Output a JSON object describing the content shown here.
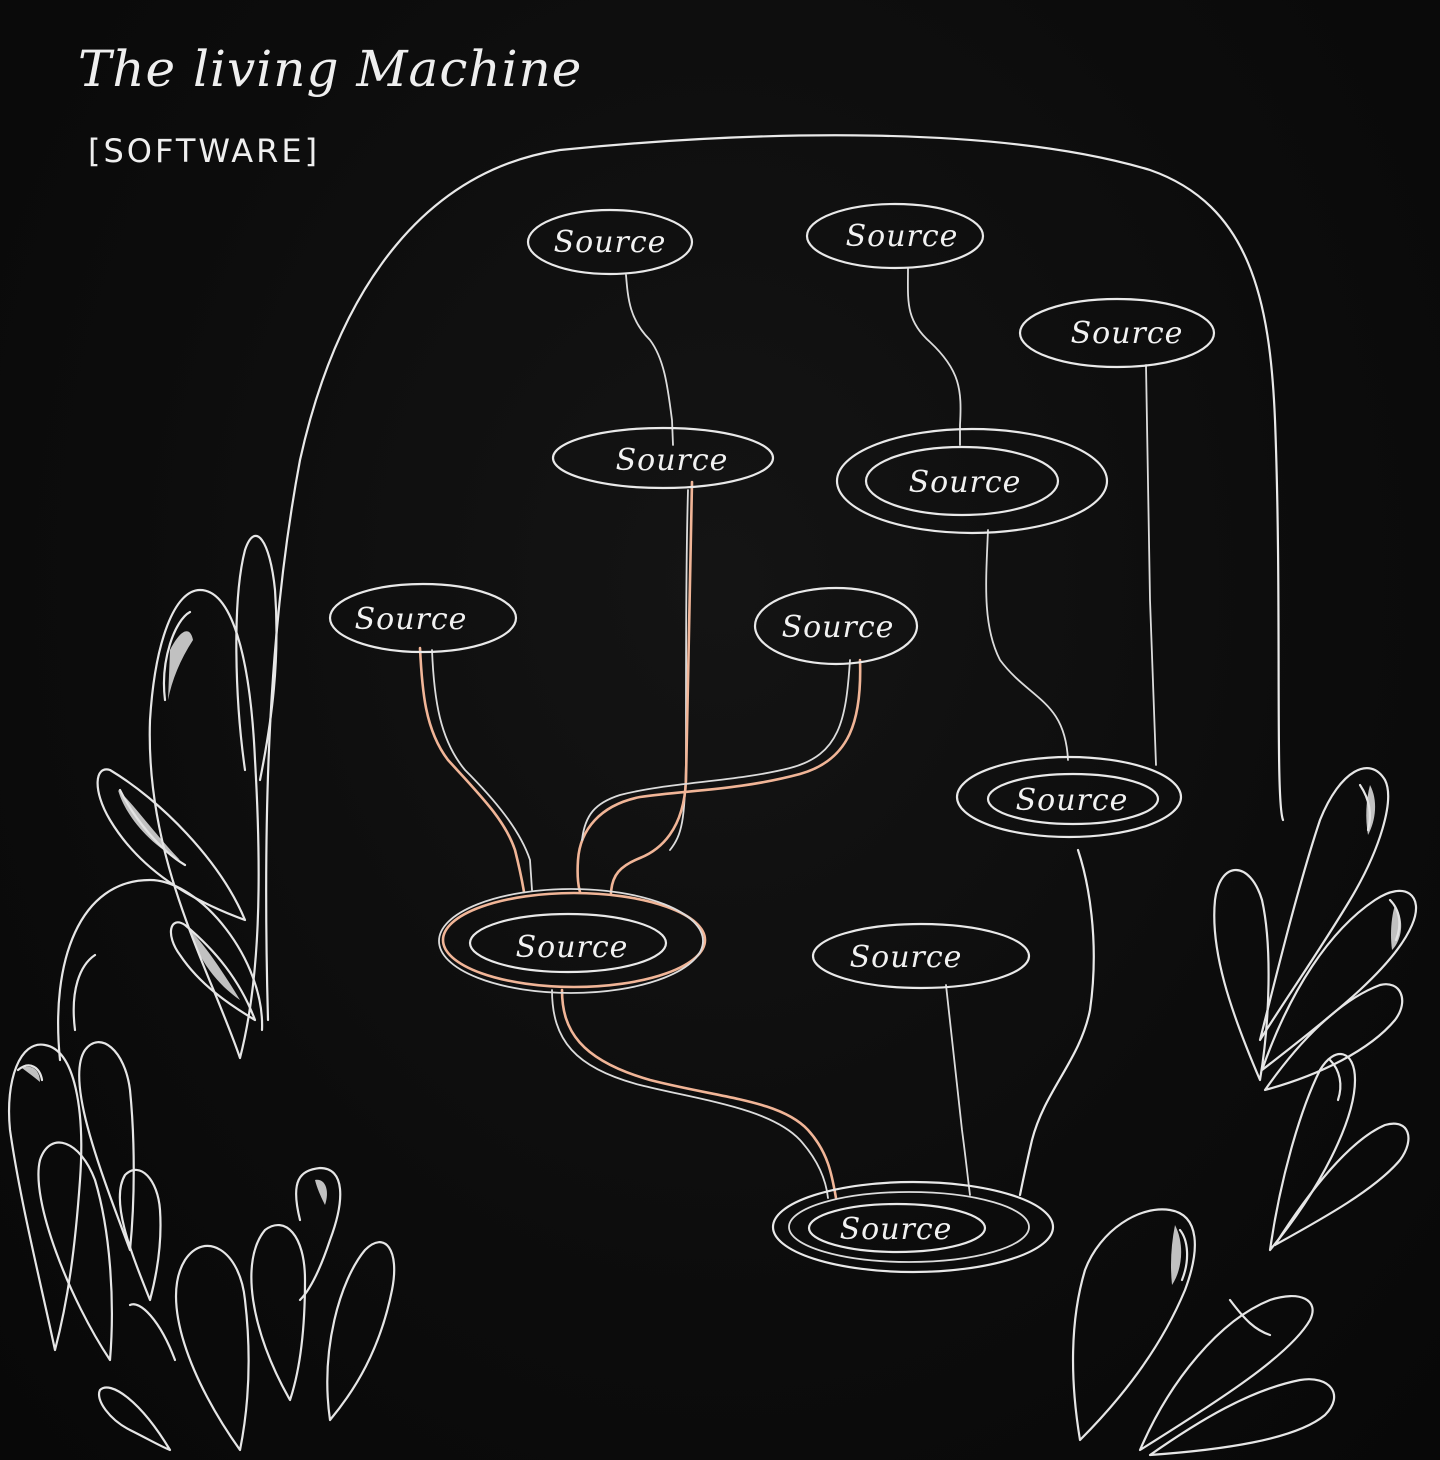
{
  "title": "The living Machine",
  "subtitle": "[SOFTWARE]",
  "nodes": [
    {
      "id": "n1",
      "label": "Source",
      "rings": 1
    },
    {
      "id": "n2",
      "label": "Source",
      "rings": 1
    },
    {
      "id": "n3",
      "label": "Source",
      "rings": 1
    },
    {
      "id": "n4",
      "label": "Source",
      "rings": 1
    },
    {
      "id": "n5",
      "label": "Source",
      "rings": 2
    },
    {
      "id": "n6",
      "label": "Source",
      "rings": 1
    },
    {
      "id": "n7",
      "label": "Source",
      "rings": 1
    },
    {
      "id": "n8",
      "label": "Source",
      "rings": 2
    },
    {
      "id": "n9",
      "label": "Source",
      "rings": 2,
      "highlight": true
    },
    {
      "id": "n10",
      "label": "Source",
      "rings": 1
    },
    {
      "id": "n11",
      "label": "Source",
      "rings": 3
    }
  ],
  "edges": [
    {
      "from": "n1",
      "to": "n4",
      "color": "white"
    },
    {
      "from": "n2",
      "to": "n5",
      "color": "white"
    },
    {
      "from": "n3",
      "to": "n8",
      "color": "white"
    },
    {
      "from": "n5",
      "to": "n8",
      "color": "white"
    },
    {
      "from": "n4",
      "to": "n9",
      "color": "peach"
    },
    {
      "from": "n6",
      "to": "n9",
      "color": "peach"
    },
    {
      "from": "n7",
      "to": "n9",
      "color": "peach"
    },
    {
      "from": "n9",
      "to": "n11",
      "color": "peach"
    },
    {
      "from": "n10",
      "to": "n11",
      "color": "white"
    },
    {
      "from": "n8",
      "to": "n11",
      "color": "white"
    }
  ],
  "colors": {
    "background": "#0b0b0b",
    "chalk": "#e9e9e9",
    "accent": "#f1b597"
  }
}
